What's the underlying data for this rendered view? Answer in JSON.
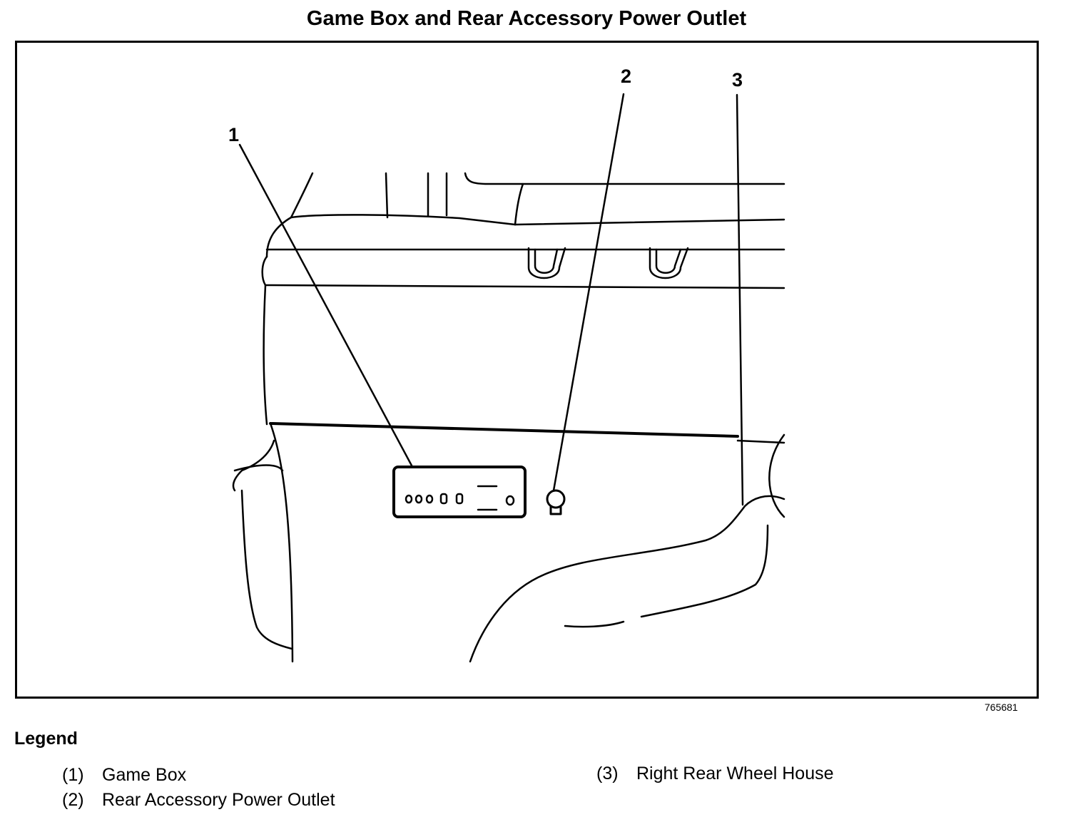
{
  "title": "Game Box and Rear Accessory Power Outlet",
  "figure_id": "765681",
  "callouts": [
    {
      "label": "1"
    },
    {
      "label": "2"
    },
    {
      "label": "3"
    }
  ],
  "legend": {
    "heading": "Legend",
    "items": [
      {
        "number": "(1)",
        "text": "Game Box"
      },
      {
        "number": "(2)",
        "text": "Rear Accessory Power Outlet"
      },
      {
        "number": "(3)",
        "text": "Right Rear Wheel House"
      }
    ]
  }
}
